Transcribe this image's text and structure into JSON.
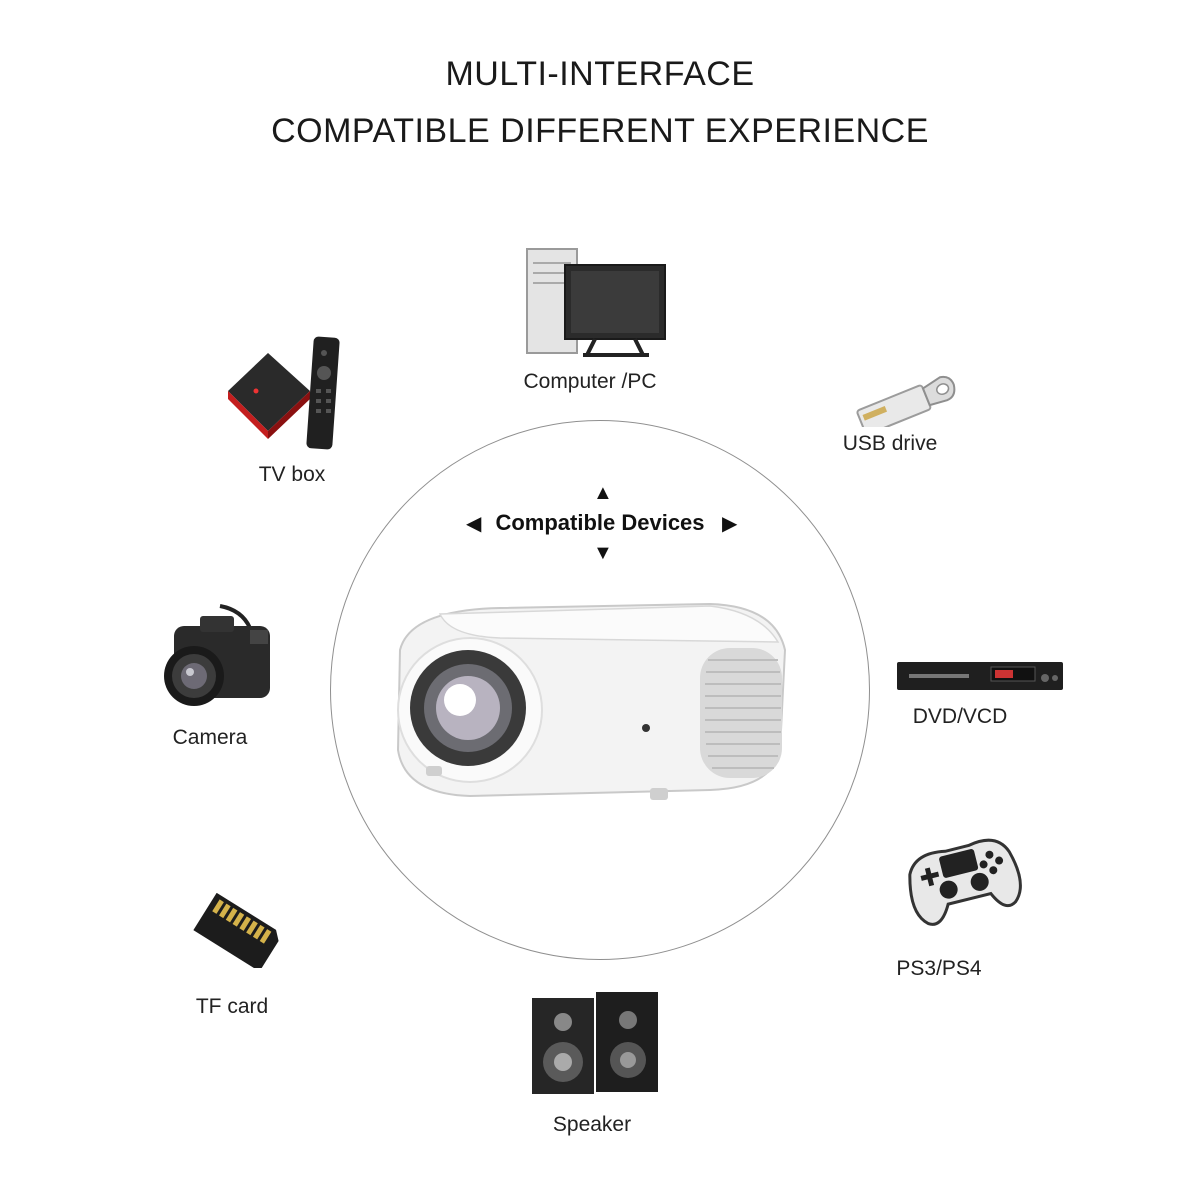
{
  "heading": {
    "line1": "MULTI-INTERFACE",
    "line2": "COMPATIBLE DIFFERENT EXPERIENCE"
  },
  "center": {
    "label": "Compatible Devices",
    "arrow_up": "▲",
    "arrow_down": "▼",
    "arrow_left": "◀",
    "arrow_right": "▶"
  },
  "devices": {
    "computer": "Computer /PC",
    "usb": "USB drive",
    "tvbox": "TV box",
    "camera": "Camera",
    "dvd": "DVD/VCD",
    "tf": "TF card",
    "ps": "PS3/PS4",
    "speaker": "Speaker"
  },
  "colors": {
    "circle": "#8f8f8f",
    "text": "#1a1a1a",
    "projector_body": "#f2f2f2",
    "tvbox_accent": "#d32020"
  }
}
